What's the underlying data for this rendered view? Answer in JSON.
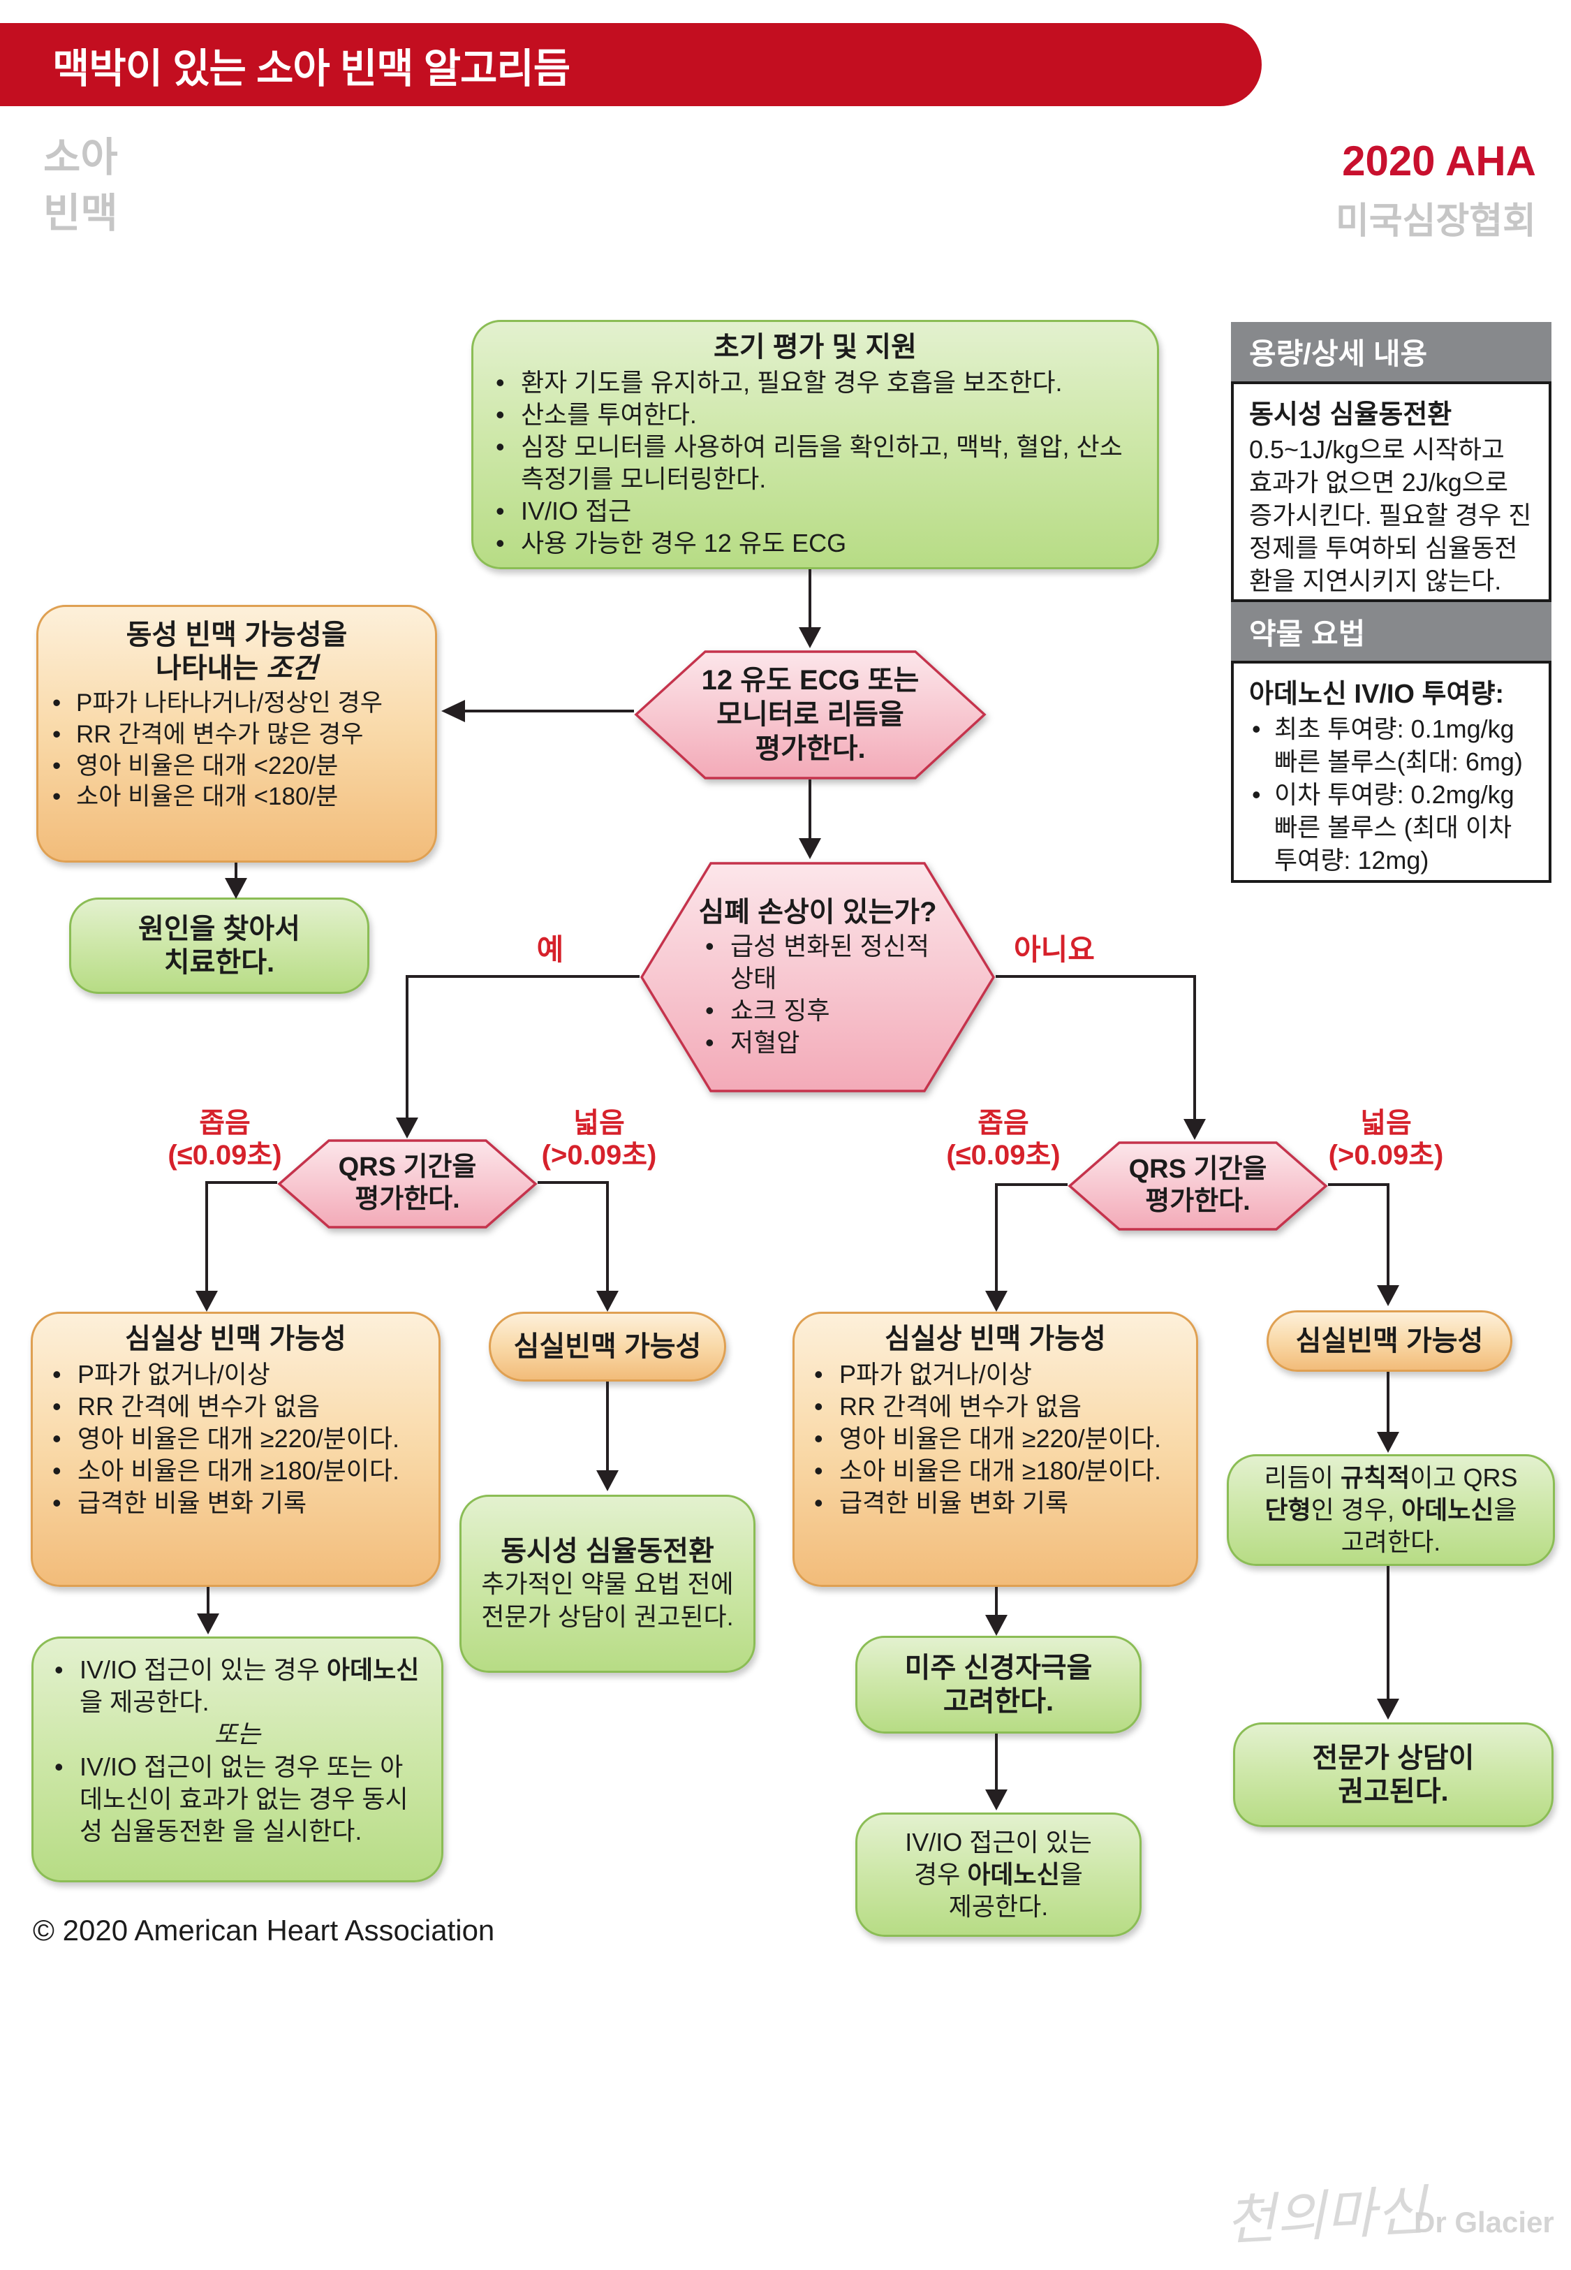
{
  "header": {
    "banner_title": "맥박이 있는 소아 빈맥 알고리듬",
    "kicker_line1": "소아",
    "kicker_line2": "빈맥",
    "edition": "2020 AHA",
    "org": "미국심장협회"
  },
  "sidebar": {
    "dose_header": "용량/상세 내용",
    "dose_title": "동시성 심율동전환",
    "dose_body": "0.5~1J/kg으로 시작하고 효과가 없으면 2J/kg으로 증가시킨다. 필요할 경우 진정제를 투여하되 심율동전환을 지연시키지 않는다.",
    "drug_header": "약물 요법",
    "drug_title": "아데노신 IV/IO 투여량:",
    "drug_bullets": [
      "최초 투여량: 0.1mg/kg 빠른 볼루스(최대: 6mg)",
      "이차 투여량: 0.2mg/kg 빠른 볼루스 (최대 이차 투여량: 12mg)"
    ]
  },
  "flow": {
    "initial": {
      "title": "초기 평가 및 지원",
      "bullets": [
        "환자 기도를 유지하고, 필요할 경우 호흡을 보조한다.",
        "산소를 투여한다.",
        "심장 모니터를 사용하여 리듬을 확인하고, 맥박, 혈압, 산소측정기를 모니터링한다.",
        "IV/IO 접근",
        "사용 가능한 경우 12 유도 ECG"
      ]
    },
    "ecg_hex": {
      "line1": "12 유도 ECG 또는",
      "line2": "모니터로 리듬을",
      "line3": "평가한다."
    },
    "sinus": {
      "title1": "동성 빈맥 가능성을",
      "title2": [
        {
          "t": "나타내는 "
        },
        {
          "t": "조건",
          "i": true
        }
      ],
      "bullets": [
        "P파가 나타나거나/정상인 경우",
        "RR 간격에 변수가 많은 경우",
        "영아 비율은 대개 <220/분",
        "소아 비율은 대개 <180/분"
      ]
    },
    "treat": {
      "line1": "원인을 찾아서",
      "line2": "치료한다."
    },
    "compromise_hex": {
      "title": "심폐 손상이 있는가?",
      "bullets": [
        "급성 변화된 정신적 상태",
        "쇼크 징후",
        "저혈압"
      ]
    },
    "labels": {
      "yes": "예",
      "no": "아니요",
      "narrow": "좁음",
      "narrow_paren": "(≤0.09초)",
      "wide": "넓음",
      "wide_paren": "(>0.09초)"
    },
    "qrs_hex": {
      "line1": "QRS 기간을",
      "line2": "평가한다."
    },
    "svt_box": {
      "title": "심실상 빈맥 가능성",
      "bullets": [
        "P파가 없거나/이상",
        "RR 간격에 변수가 없음",
        "영아 비율은 대개 ≥220/분이다.",
        "소아 비율은 대개 ≥180/분이다.",
        "급격한 비율 변화 기록"
      ]
    },
    "vt_pill": {
      "title": "심실빈맥 가능성"
    },
    "adenosine_box": {
      "bullet1": [
        {
          "t": "IV/IO 접근이 있는 경우 "
        },
        {
          "t": "아데노신",
          "b": true
        },
        {
          "t": "을 제공한다."
        }
      ],
      "or_label": "또는",
      "bullet2": "IV/IO 접근이 없는 경우 또는 아데노신이 효과가 없는 경우 동시성 심율동전환 을 실시한다."
    },
    "cardioversion_box": {
      "title": "동시성 심율동전환",
      "body": "추가적인 약물 요법 전에 전문가 상담이 권고된다."
    },
    "vagal_box": {
      "line1": "미주 신경자극을",
      "line2": "고려한다."
    },
    "give_adenosine": {
      "line1": [
        {
          "t": "IV/IO 접근이 있는"
        }
      ],
      "line2": [
        {
          "t": "경우 "
        },
        {
          "t": "아데노신",
          "b": true
        },
        {
          "t": "을"
        }
      ],
      "line3": [
        {
          "t": "제공한다."
        }
      ]
    },
    "consider_adenosine": {
      "line1": [
        {
          "t": "리듬이 "
        },
        {
          "t": "규칙적",
          "b": true
        },
        {
          "t": "이고 QRS"
        }
      ],
      "line2": [
        {
          "t": "단형",
          "b": true
        },
        {
          "t": "인 경우, "
        },
        {
          "t": "아데노신",
          "b": true
        },
        {
          "t": "을"
        }
      ],
      "line3": [
        {
          "t": "고려한다."
        }
      ]
    },
    "expert_box": {
      "line1": "전문가 상담이",
      "line2": "권고된다."
    }
  },
  "footer": {
    "copyright": "© 2020 American Heart Association"
  },
  "watermark": {
    "script": "천의마신",
    "name": "Dr Glacier"
  },
  "colors": {
    "banner_red": "#c30e20",
    "accent_red": "#d6212b",
    "hex_border": "#c5334c",
    "hex_fill_top": "#fce6ea",
    "hex_fill_bottom": "#f3aab8",
    "green_border": "#8bbd55",
    "green_fill": "#cfe8ab",
    "orange_border": "#dfa052",
    "orange_fill": "#f9d9a8",
    "header_gray": "#87898c",
    "line_black": "#241f21",
    "watermark_gray": "#d9d9d9"
  }
}
